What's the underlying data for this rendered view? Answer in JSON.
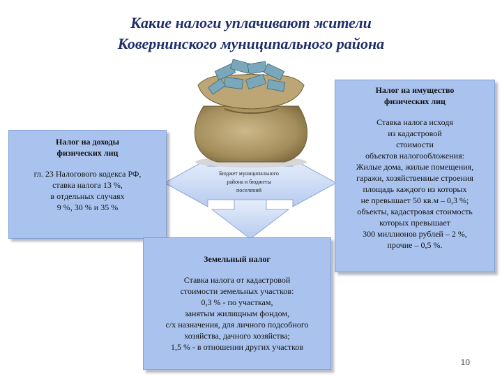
{
  "title": {
    "line1": "Какие налоги уплачивают жители",
    "line2": "Ковернинского муниципального района"
  },
  "budget_label": {
    "line1": "Бюджет муниципального",
    "line2": "района и бюджеты",
    "line3": "поселений"
  },
  "income_tax": {
    "heading_line1": "Налог на доходы",
    "heading_line2": "физических лиц",
    "body": [
      "гл. 23 Налогового кодекса РФ,",
      "ставка налога 13 %,",
      "в отдельных случаях",
      "9 %, 30 % и 35 %"
    ]
  },
  "property_tax": {
    "heading_line1": "Налог на имущество",
    "heading_line2": "физических лиц",
    "body": [
      "Ставка налога исходя",
      "из кадастровой",
      "стоимости",
      "объектов налогообложения:",
      "Жилые дома, жилые помещения,",
      "гаражи, хозяйственные строения",
      "площадь каждого из которых",
      "не превышает 50 кв.м – 0,3 %;",
      "объекты, кадастровая стоимость",
      "которых превышает",
      "300 миллионов рублей – 2 %,",
      "прочие – 0,5 %."
    ]
  },
  "land_tax": {
    "heading": "Земельный налог",
    "body": [
      "Ставка налога от кадастровой",
      "стоимости земельных участков:",
      "0,3 % - по участкам,",
      "занятым жилищным фондом,",
      "с/х назначения, для личного подсобного",
      "хозяйства, дачного хозяйства;",
      "1,5 % - в отношении других участков"
    ]
  },
  "page_number": "10",
  "colors": {
    "box_fill": "#a9c3ee",
    "title": "#1f2f6b",
    "arrow_fill": "#c9d8f3"
  },
  "icons": {
    "bag": "money-bag-icon"
  }
}
